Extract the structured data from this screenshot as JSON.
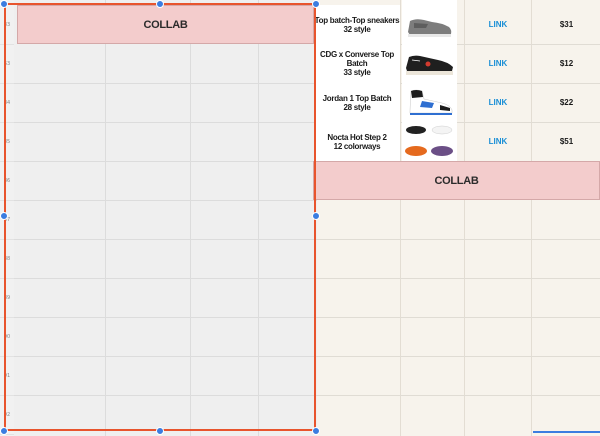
{
  "row_numbers": [
    "83",
    "63",
    "84",
    "85",
    "86",
    "87",
    "88",
    "89",
    "90",
    "91",
    "92"
  ],
  "left_collab_label": "COLLAB",
  "right_collab_label": "COLLAB",
  "products": [
    {
      "name_line1": "Top batch-Top sneakers",
      "name_line2": "32 style",
      "link": "LINK",
      "price": "$31",
      "image_icon": "grey-sneaker-icon"
    },
    {
      "name_line1": "CDG x Converse Top Batch",
      "name_line2": "33 style",
      "link": "LINK",
      "price": "$12",
      "image_icon": "black-converse-icon"
    },
    {
      "name_line1": "Jordan 1 Top Batch",
      "name_line2": "28 style",
      "link": "LINK",
      "price": "$22",
      "image_icon": "jordan-sneaker-icon"
    },
    {
      "name_line1": "Nocta Hot Step 2",
      "name_line2": "12 colorways",
      "link": "LINK",
      "price": "$51",
      "image_icon": "nocta-sneakers-icon"
    }
  ],
  "colors": {
    "selection_border": "#e8542d",
    "handle": "#3b7de0",
    "collab_fill": "#f3cccc",
    "link": "#1a8fd6"
  }
}
